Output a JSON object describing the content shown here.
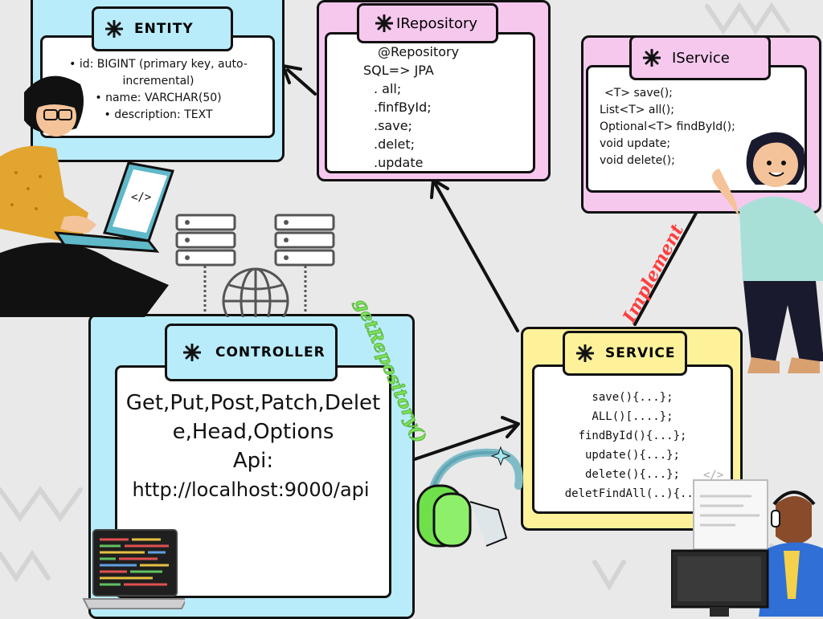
{
  "entity": {
    "title": "ENTITY",
    "fields": [
      "• id: BIGINT (primary key, auto-incremental)",
      "• name: VARCHAR(50)",
      "• description: TEXT"
    ]
  },
  "repository": {
    "title": "IRepository",
    "lines": [
      "@Repository",
      "SQL=> JPA",
      ". all;",
      ".finfById;",
      ".save;",
      ".delet;",
      ".update"
    ]
  },
  "iservice": {
    "title": "IService",
    "lines": [
      "<T> save();",
      "List<T> all();",
      "Optional<T> findById();",
      "void update;",
      "void delete();"
    ]
  },
  "controller": {
    "title": "CONTROLLER",
    "methods": "Get,Put,Post,Patch,Delete,Head,Options",
    "api_label": "Api:",
    "api_url": "http://localhost:9000/api"
  },
  "service": {
    "title": "SERVICE",
    "lines": [
      "save(){...};",
      "ALL()[....};",
      "findById(){...};",
      "update(){...};",
      "delete(){...};",
      "deletFindAll(..){..}"
    ]
  },
  "connectors": {
    "get_repository": "getRepository()",
    "implement": "Implement"
  },
  "icons": [
    "star-icon",
    "server-icon",
    "globe-icon",
    "headphones-icon",
    "laptop-icon",
    "monitor-icon",
    "code-icon"
  ],
  "colors": {
    "blue_panel": "#b9ecfb",
    "pink_panel": "#f6c8ee",
    "yellow_panel": "#fdf29a",
    "green_label": "#7ee05a",
    "red_label": "#ff3d3d"
  }
}
